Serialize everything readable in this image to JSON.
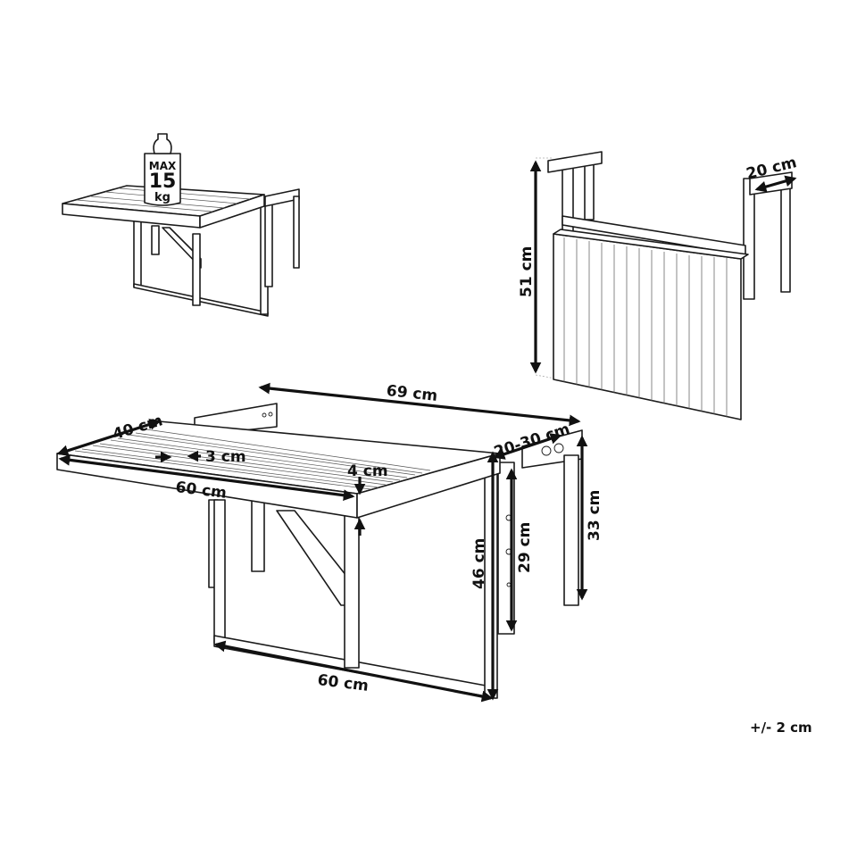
{
  "diagram": {
    "type": "product-dimension-drawing",
    "subject": "folding balcony hanging table",
    "views": [
      {
        "id": "load-view",
        "caption": "table with maximum load"
      },
      {
        "id": "folded-view",
        "caption": "table folded down"
      },
      {
        "id": "dimension-view",
        "caption": "main dimensioned view"
      }
    ],
    "load": {
      "max_label": "MAX",
      "value": "15",
      "unit": "kg"
    },
    "folded": {
      "height": "51 cm",
      "bracket_depth": "20 cm"
    },
    "main": {
      "overall_width": "69 cm",
      "top_depth": "40 cm",
      "slat_gap": "3 cm",
      "top_thickness": "4 cm",
      "top_width": "60 cm",
      "hook_range": "20-30 cm",
      "total_height": "46 cm",
      "rail_height": "29 cm",
      "hook_drop": "33 cm",
      "frame_width": "60 cm"
    },
    "tolerance": "+/- 2 cm",
    "colors": {
      "line": "#1a1a1a",
      "background": "#ffffff",
      "arrow": "#111111"
    }
  }
}
